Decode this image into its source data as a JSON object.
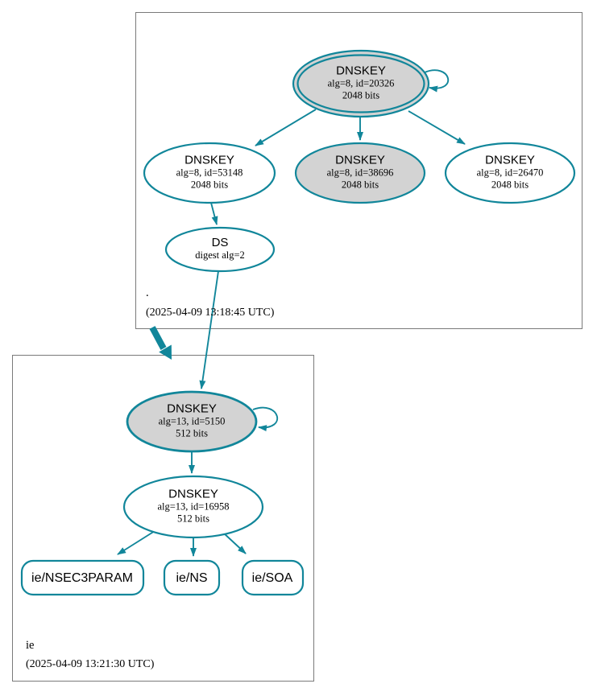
{
  "colors": {
    "edge": "#11869a",
    "node_border": "#11869a",
    "ksk_fill": "#d3d3d3",
    "node_fill": "#ffffff",
    "zone_box_border": "#7a7a7a",
    "text": "#000000"
  },
  "root_zone": {
    "label": ".",
    "timestamp": "(2025-04-09 13:18:45 UTC)",
    "ksk": {
      "title": "DNSKEY",
      "detail1": "alg=8, id=20326",
      "detail2": "2048 bits"
    },
    "zsk_left": {
      "title": "DNSKEY",
      "detail1": "alg=8, id=53148",
      "detail2": "2048 bits"
    },
    "zsk_mid": {
      "title": "DNSKEY",
      "detail1": "alg=8, id=38696",
      "detail2": "2048 bits"
    },
    "zsk_right": {
      "title": "DNSKEY",
      "detail1": "alg=8, id=26470",
      "detail2": "2048 bits"
    },
    "ds": {
      "title": "DS",
      "detail1": "digest alg=2"
    }
  },
  "ie_zone": {
    "label": "ie",
    "timestamp": "(2025-04-09 13:21:30 UTC)",
    "ksk": {
      "title": "DNSKEY",
      "detail1": "alg=13, id=5150",
      "detail2": "512 bits"
    },
    "zsk": {
      "title": "DNSKEY",
      "detail1": "alg=13, id=16958",
      "detail2": "512 bits"
    },
    "rrsets": [
      {
        "label": "ie/NSEC3PARAM"
      },
      {
        "label": "ie/NS"
      },
      {
        "label": "ie/SOA"
      }
    ]
  }
}
